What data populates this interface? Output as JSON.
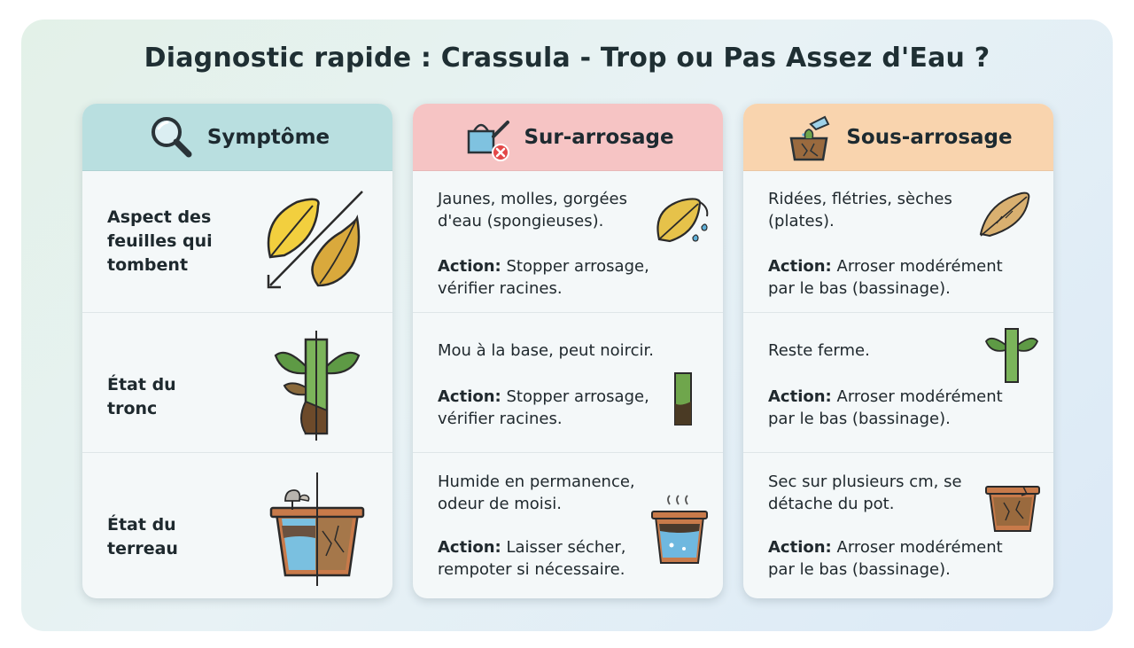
{
  "title": "Diagnostic rapide : Crassula - Trop ou Pas Assez d'Eau ?",
  "columns": {
    "symptom": {
      "header": "Symptôme",
      "icon": "magnifier-icon"
    },
    "over": {
      "header": "Sur-arrosage",
      "icon": "watering-can-error-icon"
    },
    "under": {
      "header": "Sous-arrosage",
      "icon": "watering-pot-icon"
    }
  },
  "rows": [
    {
      "symptom": "Aspect des feuilles qui tombent",
      "over": {
        "desc": "Jaunes, molles, gorgées d'eau (spongieuses).",
        "action_label": "Action:",
        "action": "Stopper arrosage, vérifier racines."
      },
      "under": {
        "desc": "Ridées, flétries, sèches (plates).",
        "action_label": "Action:",
        "action": "Arroser modérément par le bas (bassinage)."
      }
    },
    {
      "symptom": "État du tronc",
      "over": {
        "desc": "Mou à la base, peut noircir.",
        "action_label": "Action:",
        "action": "Stopper arrosage, vérifier racines."
      },
      "under": {
        "desc": "Reste ferme.",
        "action_label": "Action:",
        "action": "Arroser modérément par le bas (bassinage)."
      }
    },
    {
      "symptom": "État du terreau",
      "over": {
        "desc": "Humide en permanence, odeur de moisi.",
        "action_label": "Action:",
        "action": "Laisser sécher, rempoter si nécessaire."
      },
      "under": {
        "desc": "Sec sur plusieurs cm, se détache du pot.",
        "action_label": "Action:",
        "action": "Arroser modérément par le bas (bassinage)."
      }
    }
  ],
  "colors": {
    "symptom_header": "#b9dfe0",
    "over_header": "#f6c4c4",
    "under_header": "#f9d4ae"
  }
}
